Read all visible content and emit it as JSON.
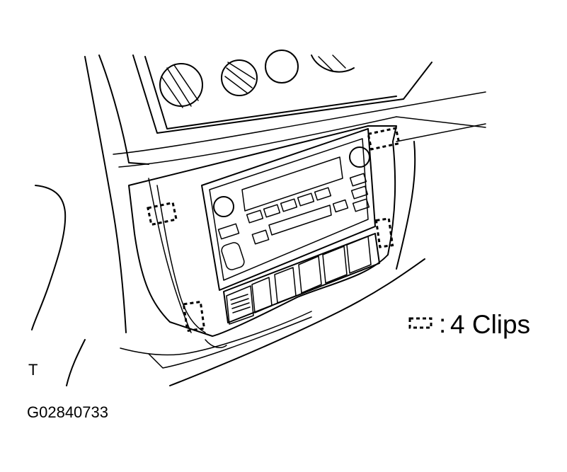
{
  "legend": {
    "symbol": "clip-marker",
    "separator": ":",
    "label": "4 Clips"
  },
  "side_mark": "T",
  "figure_code": "G02840733",
  "colors": {
    "line": "#000000",
    "background": "#ffffff"
  }
}
